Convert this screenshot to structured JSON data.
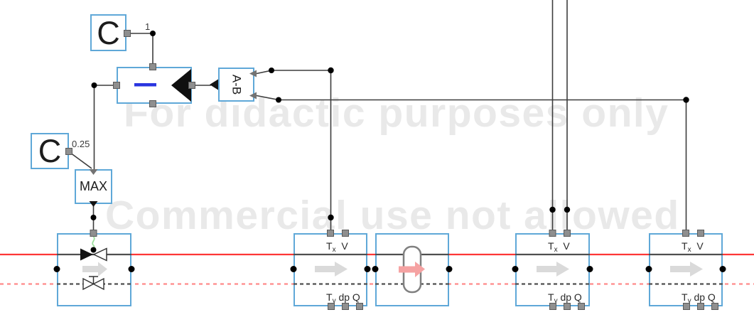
{
  "watermark": {
    "line1": "For didactic purposes only",
    "line2": "Commercial use not allowed"
  },
  "const1": {
    "label": "C",
    "value": "1"
  },
  "const2": {
    "label": "C",
    "value": "0.25"
  },
  "subtract_block": {
    "label": "A-B"
  },
  "max_block": {
    "label": "MAX"
  },
  "pipe": {
    "t": "T",
    "x": "x",
    "v": "V",
    "y": "y",
    "dp": "dp",
    "q": "Q"
  },
  "colors": {
    "block_border_blue": "#5fa8d8",
    "supply_line_red": "#fd3737",
    "return_line_red": "#ff8a8a",
    "minus_bar_blue": "#2a35e0",
    "watermark_gray": "#e9e9e9",
    "wire_gray": "#3d3d3d",
    "flow_arrow_gray": "#dadada",
    "pump_arrow_pink": "#f5a2a2",
    "signal_green": "#9ce09c"
  }
}
